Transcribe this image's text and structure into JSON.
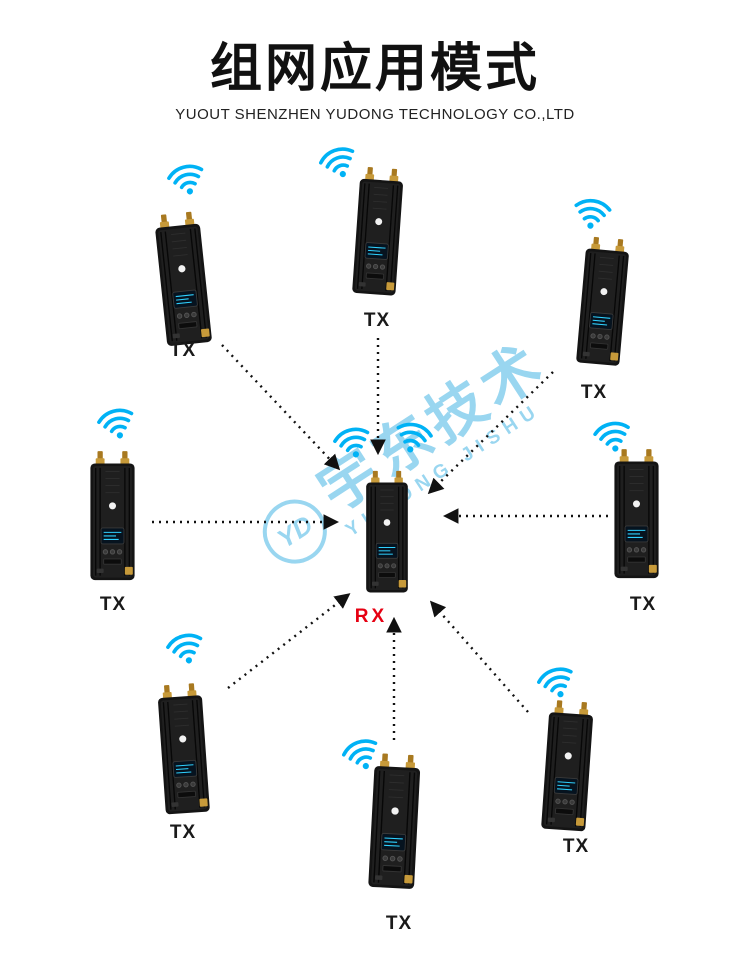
{
  "header": {
    "title": "组网应用模式",
    "subtitle": "YUOUT SHENZHEN YUDONG TECHNOLOGY CO.,LTD"
  },
  "watermark": {
    "logo": "YD",
    "cn": "宇东技术",
    "en": "YUDONG JISHU"
  },
  "nodes": [
    {
      "id": "tx-top-left",
      "label": "TX",
      "role": "transmitter"
    },
    {
      "id": "tx-top-center",
      "label": "TX",
      "role": "transmitter"
    },
    {
      "id": "tx-top-right",
      "label": "TX",
      "role": "transmitter"
    },
    {
      "id": "tx-mid-left",
      "label": "TX",
      "role": "transmitter"
    },
    {
      "id": "tx-mid-right",
      "label": "TX",
      "role": "transmitter"
    },
    {
      "id": "tx-bottom-left",
      "label": "TX",
      "role": "transmitter"
    },
    {
      "id": "tx-bottom-right",
      "label": "TX",
      "role": "transmitter"
    },
    {
      "id": "tx-bottom-center",
      "label": "TX",
      "role": "transmitter"
    },
    {
      "id": "rx-center",
      "label": "RX",
      "role": "receiver"
    }
  ],
  "connections": [
    {
      "from": "tx-top-left",
      "to": "rx-center"
    },
    {
      "from": "tx-top-center",
      "to": "rx-center"
    },
    {
      "from": "tx-top-right",
      "to": "rx-center"
    },
    {
      "from": "tx-mid-left",
      "to": "rx-center"
    },
    {
      "from": "tx-mid-right",
      "to": "rx-center"
    },
    {
      "from": "tx-bottom-left",
      "to": "rx-center"
    },
    {
      "from": "tx-bottom-right",
      "to": "rx-center"
    },
    {
      "from": "tx-bottom-center",
      "to": "rx-center"
    }
  ],
  "colors": {
    "wifi_icon": "#00b2f5",
    "rx_label": "#e60012",
    "arrow": "#111111",
    "watermark": "#35aee2",
    "antenna_gold": "#c79a3a"
  }
}
